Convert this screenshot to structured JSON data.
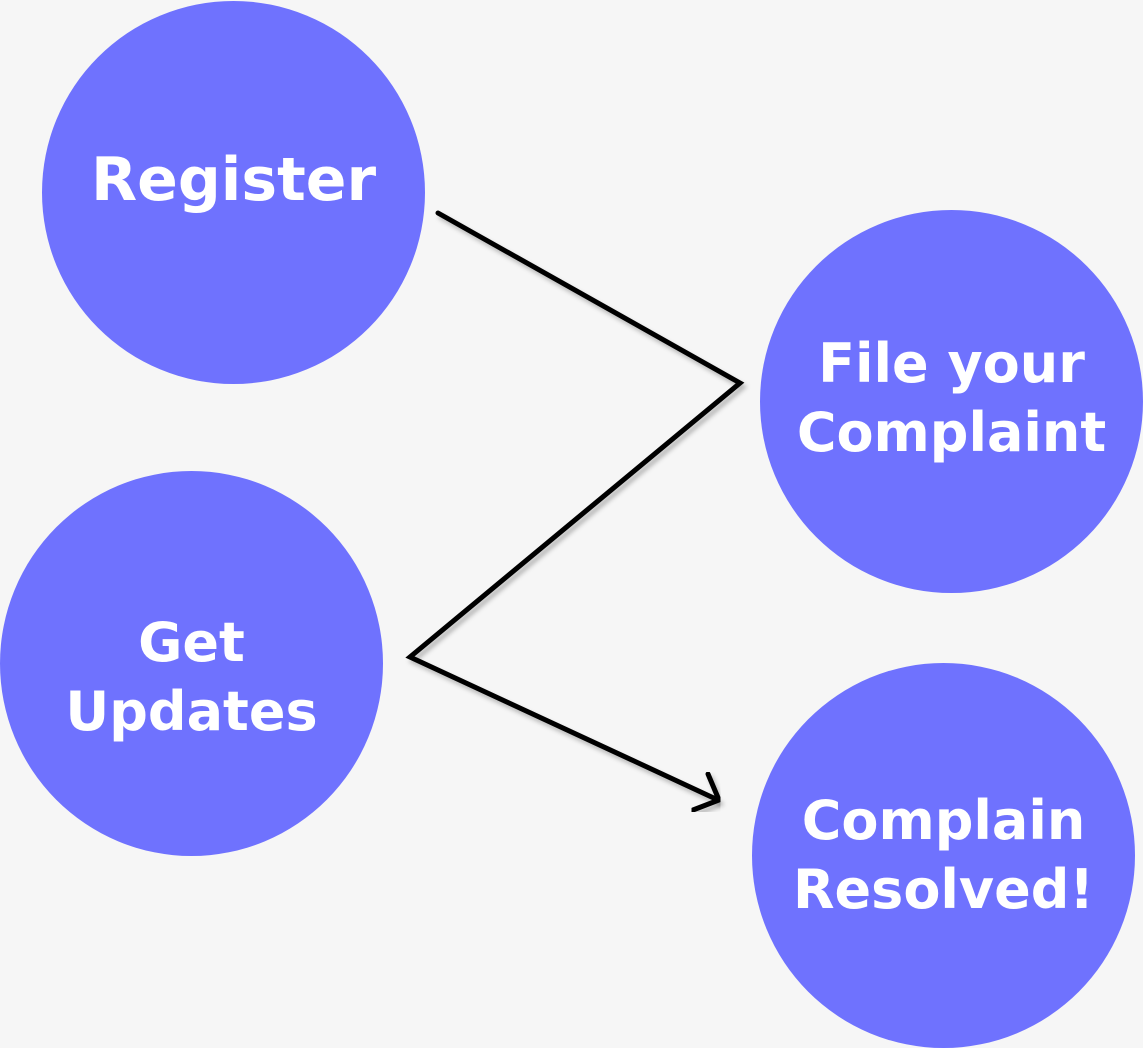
{
  "colors": {
    "background": "#f6f6f6",
    "node_fill": "#6f72fe",
    "node_text": "#ffffff",
    "connector": "#000000"
  },
  "nodes": {
    "register": {
      "label": "Register"
    },
    "file_complaint": {
      "label": "File your\nComplaint"
    },
    "get_updates": {
      "label": "Get\nUpdates"
    },
    "complain_resolved": {
      "label": "Complain\nResolved!"
    }
  },
  "connector": {
    "shape": "zigzag-arrow",
    "arrowhead": "open"
  }
}
